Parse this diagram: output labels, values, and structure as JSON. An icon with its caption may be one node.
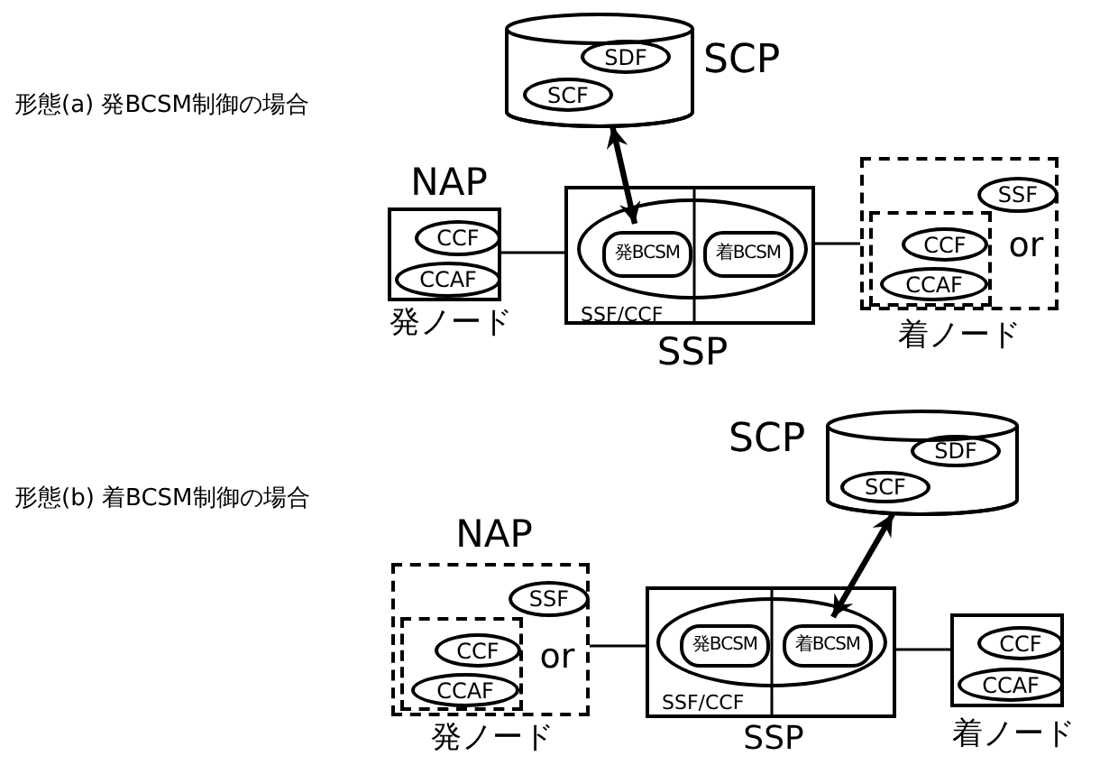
{
  "diagram": {
    "nodes": [
      {
        "text": [
          "SCP"
        ]
      },
      {
        "text": [
          "SDF"
        ],
        "in": 0
      },
      {
        "text": [
          "SCF"
        ],
        "in": 0
      },
      {
        "text": [
          "NAP",
          "発ノード"
        ]
      },
      {
        "text": [
          "CCF"
        ],
        "in": 3
      },
      {
        "text": [
          "CCAF"
        ],
        "in": 3
      },
      {
        "text": [
          "SSP"
        ]
      },
      {
        "text": [
          "SSF/CCF"
        ],
        "in": 6
      },
      {
        "text": [
          "発BCSM"
        ],
        "in": 7
      },
      {
        "text": [
          "着BCSM"
        ],
        "in": 7
      },
      {
        "text": [
          "or",
          "着ノード"
        ]
      },
      {
        "text": [
          "SSF"
        ],
        "in": 10
      },
      {
        "text": [],
        "shape": "box",
        "in": 10
      },
      {
        "text": [
          "CCF"
        ],
        "in": 12
      },
      {
        "text": [
          "CCAF"
        ],
        "in": 12
      },
      {
        "text": [
          "SCP"
        ]
      },
      {
        "text": [
          "SDF"
        ],
        "in": 15
      },
      {
        "text": [
          "SCF"
        ],
        "in": 15
      },
      {
        "text": [
          "NAP",
          "or",
          "発ノード"
        ]
      },
      {
        "text": [
          "SSF"
        ],
        "in": 18
      },
      {
        "text": [],
        "shape": "box",
        "in": 18
      },
      {
        "text": [
          "CCF"
        ],
        "in": 20
      },
      {
        "text": [
          "CCAF"
        ],
        "in": 20
      },
      {
        "text": [
          "SSP"
        ]
      },
      {
        "text": [
          "SSF/CCF"
        ],
        "in": 23
      },
      {
        "text": [
          "発BCSM"
        ],
        "in": 24
      },
      {
        "text": [
          "着BCSM"
        ],
        "in": 24
      },
      {
        "text": [
          "着ノード"
        ]
      },
      {
        "text": [
          "CCF"
        ],
        "in": 27
      },
      {
        "text": [
          "CCAF"
        ],
        "in": 27
      }
    ],
    "edges": [
      {
        "from": 0,
        "to": 8,
        "arrow": "both",
        "style": "thick"
      },
      {
        "from": 3,
        "to": 6,
        "arrow": "none"
      },
      {
        "from": 6,
        "to": 10,
        "arrow": "none"
      },
      {
        "from": 15,
        "to": 26,
        "arrow": "both",
        "style": "thick"
      },
      {
        "from": 18,
        "to": 23,
        "arrow": "none"
      },
      {
        "from": 23,
        "to": 27,
        "arrow": "none"
      }
    ],
    "labels": [
      "形態(a) 発BCSM制御の場合",
      "形態(b) 着BCSM制御の場合"
    ]
  }
}
